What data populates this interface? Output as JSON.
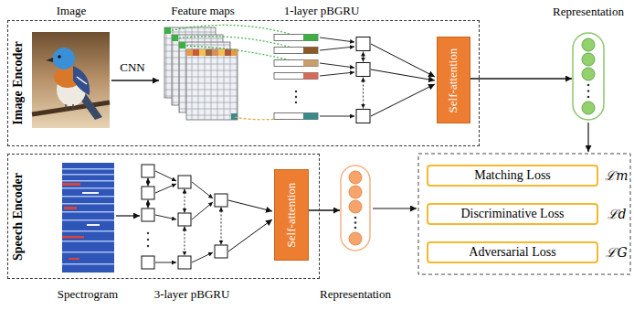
{
  "diagram": {
    "nodes": [
      {
        "text": [
          "Image Encoder"
        ]
      },
      {
        "text": [
          "Self-attention"
        ],
        "in": 0
      },
      {
        "text": [
          "Representation"
        ]
      },
      {
        "text": [
          "Speech Encoder"
        ]
      },
      {
        "text": [
          "Self-attention"
        ],
        "in": 3
      },
      {
        "text": [
          "Representation"
        ]
      },
      {
        "text": [
          "Matching Loss"
        ]
      },
      {
        "text": [
          "Discriminative Loss"
        ]
      },
      {
        "text": [
          "Adversarial Loss"
        ]
      }
    ],
    "edges": [
      {
        "from": 1,
        "to": 2,
        "arrow": "to"
      },
      {
        "from": 4,
        "to": 5,
        "arrow": "to"
      }
    ],
    "labels": [
      "Image",
      "Feature maps",
      "1-layer pBGRU",
      "CNN",
      "ℒm",
      "ℒd",
      "ℒG",
      "Spectrogram",
      "3-layer pBGRU"
    ]
  }
}
